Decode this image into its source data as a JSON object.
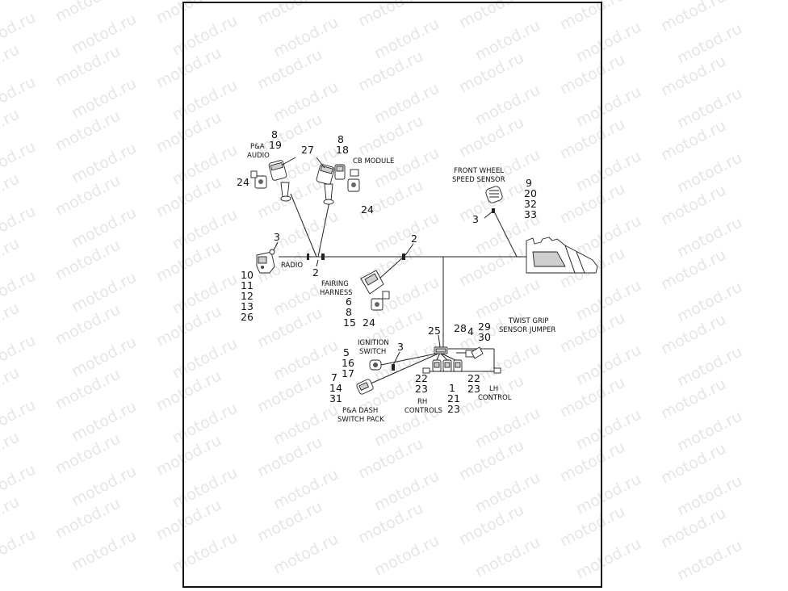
{
  "watermark": "motod.ru",
  "callouts": {
    "paa_top": [
      "8",
      "19"
    ],
    "cb_top": [
      "8",
      "18"
    ],
    "c27": "27",
    "c24_left": "24",
    "c24_right": "24",
    "c3_radio": "3",
    "c2_radio": "2",
    "radio_list": [
      "10",
      "11",
      "12",
      "13",
      "26"
    ],
    "c2_fairing": "2",
    "fairing_list": [
      "6",
      "8",
      "15"
    ],
    "c24_fairing": "24",
    "fws_list": [
      "9",
      "20",
      "32",
      "33"
    ],
    "c3_fws": "3",
    "c25": "25",
    "c28": "28",
    "c4": "4",
    "tg_list": [
      "29",
      "30"
    ],
    "c3_ign": "3",
    "ign_list": [
      "5",
      "16",
      "17"
    ],
    "paa_dash_list": [
      "7",
      "14",
      "31"
    ],
    "rh_list": [
      "22",
      "23"
    ],
    "center_list": [
      "1",
      "21",
      "23"
    ],
    "lh_list": [
      "22",
      "23"
    ]
  },
  "labels": {
    "paa_audio": [
      "P&A",
      "AUDIO"
    ],
    "cb_module": "CB MODULE",
    "front_wheel": [
      "FRONT WHEEL",
      "SPEED SENSOR"
    ],
    "radio": "RADIO",
    "fairing_harness": [
      "FAIRING",
      "HARNESS"
    ],
    "twist_grip": [
      "TWIST GRIP",
      "SENSOR JUMPER"
    ],
    "ignition_switch": [
      "IGNITION",
      "SWITCH"
    ],
    "rh_controls": [
      "RH",
      "CONTROLS"
    ],
    "lh_control": [
      "LH",
      "CONTROL"
    ],
    "paa_dash": [
      "P&A DASH",
      "SWITCH PACK"
    ]
  }
}
